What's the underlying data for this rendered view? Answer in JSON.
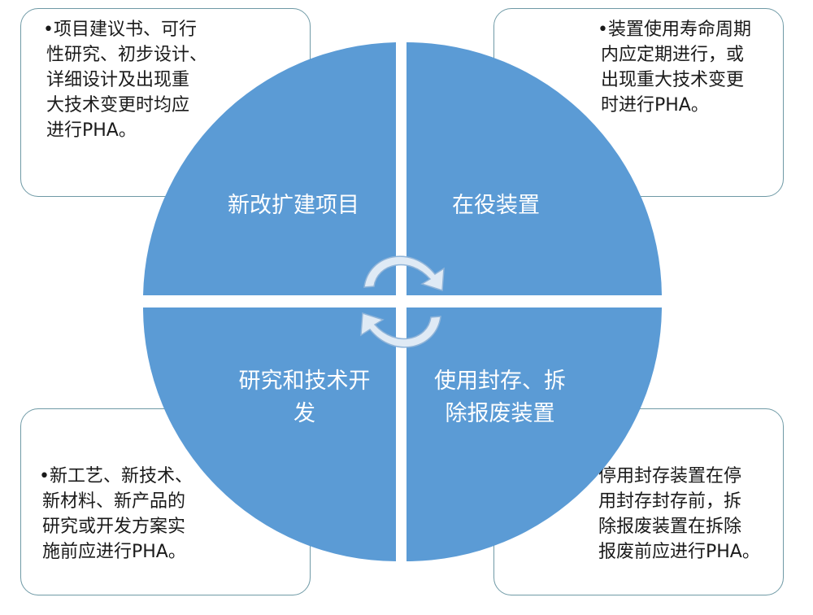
{
  "boxes": {
    "top_left": {
      "lines": [
        "•项目建议书、可行",
        "性研究、初步设计、",
        "详细设计及出现重",
        "大技术变更时均应",
        "进行PHA。"
      ]
    },
    "top_right": {
      "lines": [
        "•装置使用寿命周期",
        "内应定期进行，或",
        "出现重大技术变更",
        "时进行PHA。"
      ]
    },
    "bottom_left": {
      "lines": [
        "•新工艺、新技术、",
        "新材料、新产品的",
        "研究或开发方案实",
        "施前应进行PHA。"
      ]
    },
    "bottom_right": {
      "lines": [
        "停用封存装置在停",
        "用封存封存前，拆",
        "除报废装置在拆除",
        "报废前应进行PHA。"
      ]
    }
  },
  "quadrants": {
    "top_left": {
      "lines": [
        "新改扩建项目"
      ]
    },
    "top_right": {
      "lines": [
        "在役装置"
      ]
    },
    "bottom_left": {
      "lines": [
        "研究和技术开",
        "发"
      ]
    },
    "bottom_right": {
      "lines": [
        "使用封存、拆",
        "除报废装置"
      ]
    }
  },
  "colors": {
    "quadrant_fill": "#5b9bd5",
    "box_border": "#6f9aa6",
    "arrow_fill": "#dfeaf5"
  },
  "icons": [
    "cycle-arrow-top-icon",
    "cycle-arrow-bottom-icon"
  ]
}
